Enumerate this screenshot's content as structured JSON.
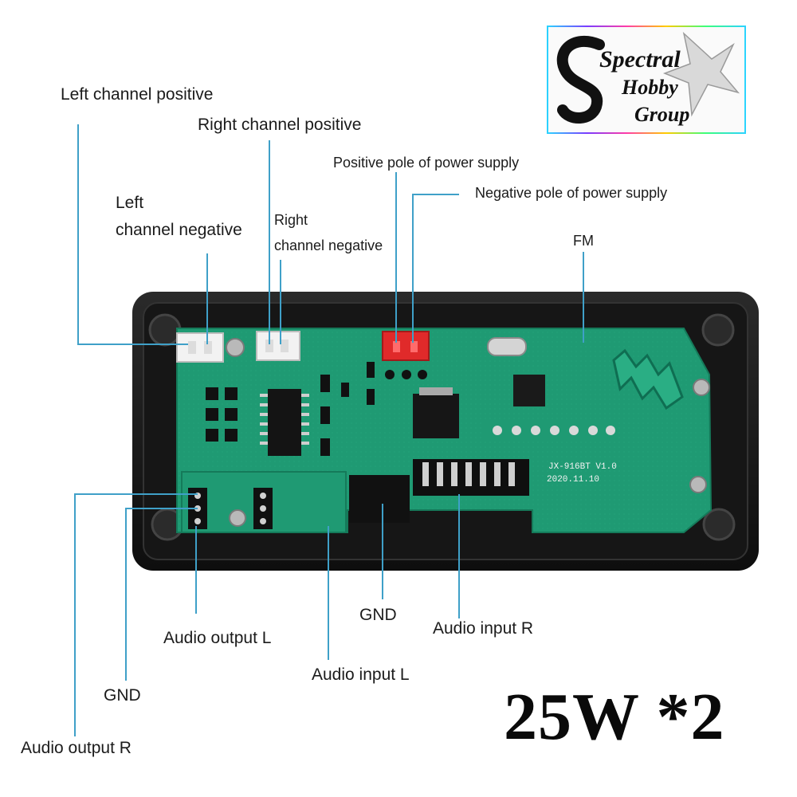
{
  "labels": {
    "left_channel_positive": "Left channel positive",
    "right_channel_positive": "Right channel positive",
    "left_channel_negative": "Left\nchannel negative",
    "right_channel_negative": "Right\nchannel negative",
    "positive_pole_power": "Positive pole of power supply",
    "negative_pole_power": "Negative pole of power supply",
    "fm": "FM",
    "gnd_bottom": "GND",
    "audio_input_r": "Audio input R",
    "audio_output_l": "Audio output L",
    "audio_input_l": "Audio input L",
    "gnd_left": "GND",
    "audio_output_r": "Audio output R"
  },
  "rating": "25W *2",
  "logo": {
    "line1": "Spectral",
    "line2": "Hobby",
    "line3": "Group"
  },
  "board": {
    "model": "JX-916BT V1.0",
    "date": "2020.11.10"
  },
  "colors": {
    "leader_line": "#3fa0c8",
    "pcb_green": "#1f9a73",
    "enclosure": "#1b1b1b",
    "power_connector": "#e02a2a"
  }
}
